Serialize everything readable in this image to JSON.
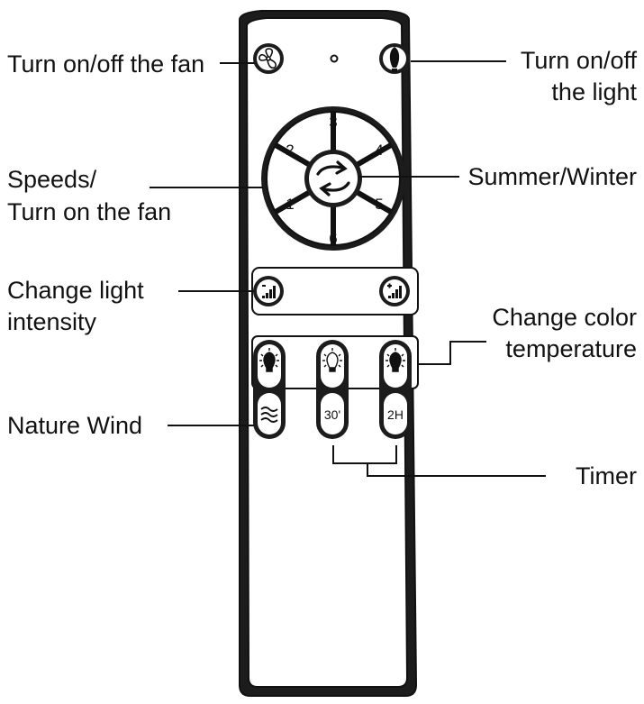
{
  "diagram": {
    "callouts": {
      "fan": {
        "line1": "Turn on/off the fan"
      },
      "light": {
        "line1": "Turn on/off",
        "line2": "the light"
      },
      "speeds": {
        "line1": "Speeds/",
        "line2": "Turn on the fan"
      },
      "summer": {
        "line1": "Summer/Winter"
      },
      "intensity": {
        "line1": "Change light",
        "line2": "intensity"
      },
      "color": {
        "line1": "Change color",
        "line2": "temperature"
      },
      "nature": {
        "line1": "Nature Wind"
      },
      "timer": {
        "line1": "Timer"
      }
    },
    "dial": {
      "speeds": [
        "1",
        "2",
        "3",
        "4",
        "5",
        "6"
      ]
    },
    "buttons": {
      "timer_30": "30'",
      "timer_2h": "2H"
    },
    "icons": {
      "fan": "fan-icon",
      "light": "light-bulb-icon",
      "swap": "swap-arrows-icon",
      "dim": "light-dim-icon",
      "bright": "light-bright-icon",
      "bulb_warm": "bulb-warm-icon",
      "bulb_neutral": "bulb-neutral-icon",
      "bulb_cool": "bulb-cool-icon",
      "wind": "wind-icon"
    },
    "colors": {
      "ink": "#111111",
      "remote_body": "#1c1c1c",
      "button_face": "#ffffff"
    }
  }
}
